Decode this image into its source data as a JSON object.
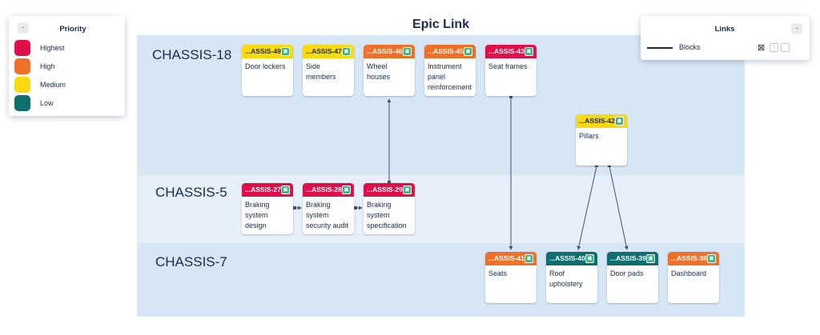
{
  "title": "Epic Link",
  "lanes": [
    {
      "id": "l1",
      "name": "CHASSIS-18"
    },
    {
      "id": "l2",
      "name": "CHASSIS-5"
    },
    {
      "id": "l3",
      "name": "CHASSIS-7"
    }
  ],
  "priority_legend": {
    "title": "Priority",
    "collapse": "-",
    "items": [
      {
        "label": "Highest",
        "color": "#de0f49"
      },
      {
        "label": "High",
        "color": "#f0702a"
      },
      {
        "label": "Medium",
        "color": "#fbd90f"
      },
      {
        "label": "Low",
        "color": "#0f6f6f"
      }
    ]
  },
  "links_legend": {
    "title": "Links",
    "collapse": "-",
    "items": [
      {
        "label": "Blocks",
        "checkbox": "⊠",
        "btn_plus": "+",
        "btn_minus": "-"
      }
    ]
  },
  "cards": [
    {
      "key": "...ASSIS-49",
      "summary": "Door lockers",
      "priority": "Medium"
    },
    {
      "key": "...ASSIS-47",
      "summary": "Side members",
      "priority": "Medium"
    },
    {
      "key": "...ASSIS-46",
      "summary": "Wheel houses",
      "priority": "High"
    },
    {
      "key": "...ASSIS-45",
      "summary": "Instrument panel reinforcement",
      "priority": "High"
    },
    {
      "key": "...ASSIS-43",
      "summary": "Seat frames",
      "priority": "Highest"
    },
    {
      "key": "...ASSIS-42",
      "summary": "Pillars",
      "priority": "Medium"
    },
    {
      "key": "...ASSIS-27",
      "summary": "Braking system design",
      "priority": "Highest"
    },
    {
      "key": "...ASSIS-28",
      "summary": "Braking system security audit",
      "priority": "Highest"
    },
    {
      "key": "...ASSIS-29",
      "summary": "Braking system specification",
      "priority": "Highest"
    },
    {
      "key": "...ASSIS-41",
      "summary": "Seats",
      "priority": "High"
    },
    {
      "key": "...ASSIS-40",
      "summary": "Roof upholstery",
      "priority": "Low"
    },
    {
      "key": "...ASSIS-39",
      "summary": "Door pads",
      "priority": "Low"
    },
    {
      "key": "...ASSIS-38",
      "summary": "Dashboard",
      "priority": "High"
    }
  ],
  "colors": {
    "lane_dark": "#d6e6f4",
    "lane_light": "#e6eff9",
    "link": "#42526e"
  }
}
